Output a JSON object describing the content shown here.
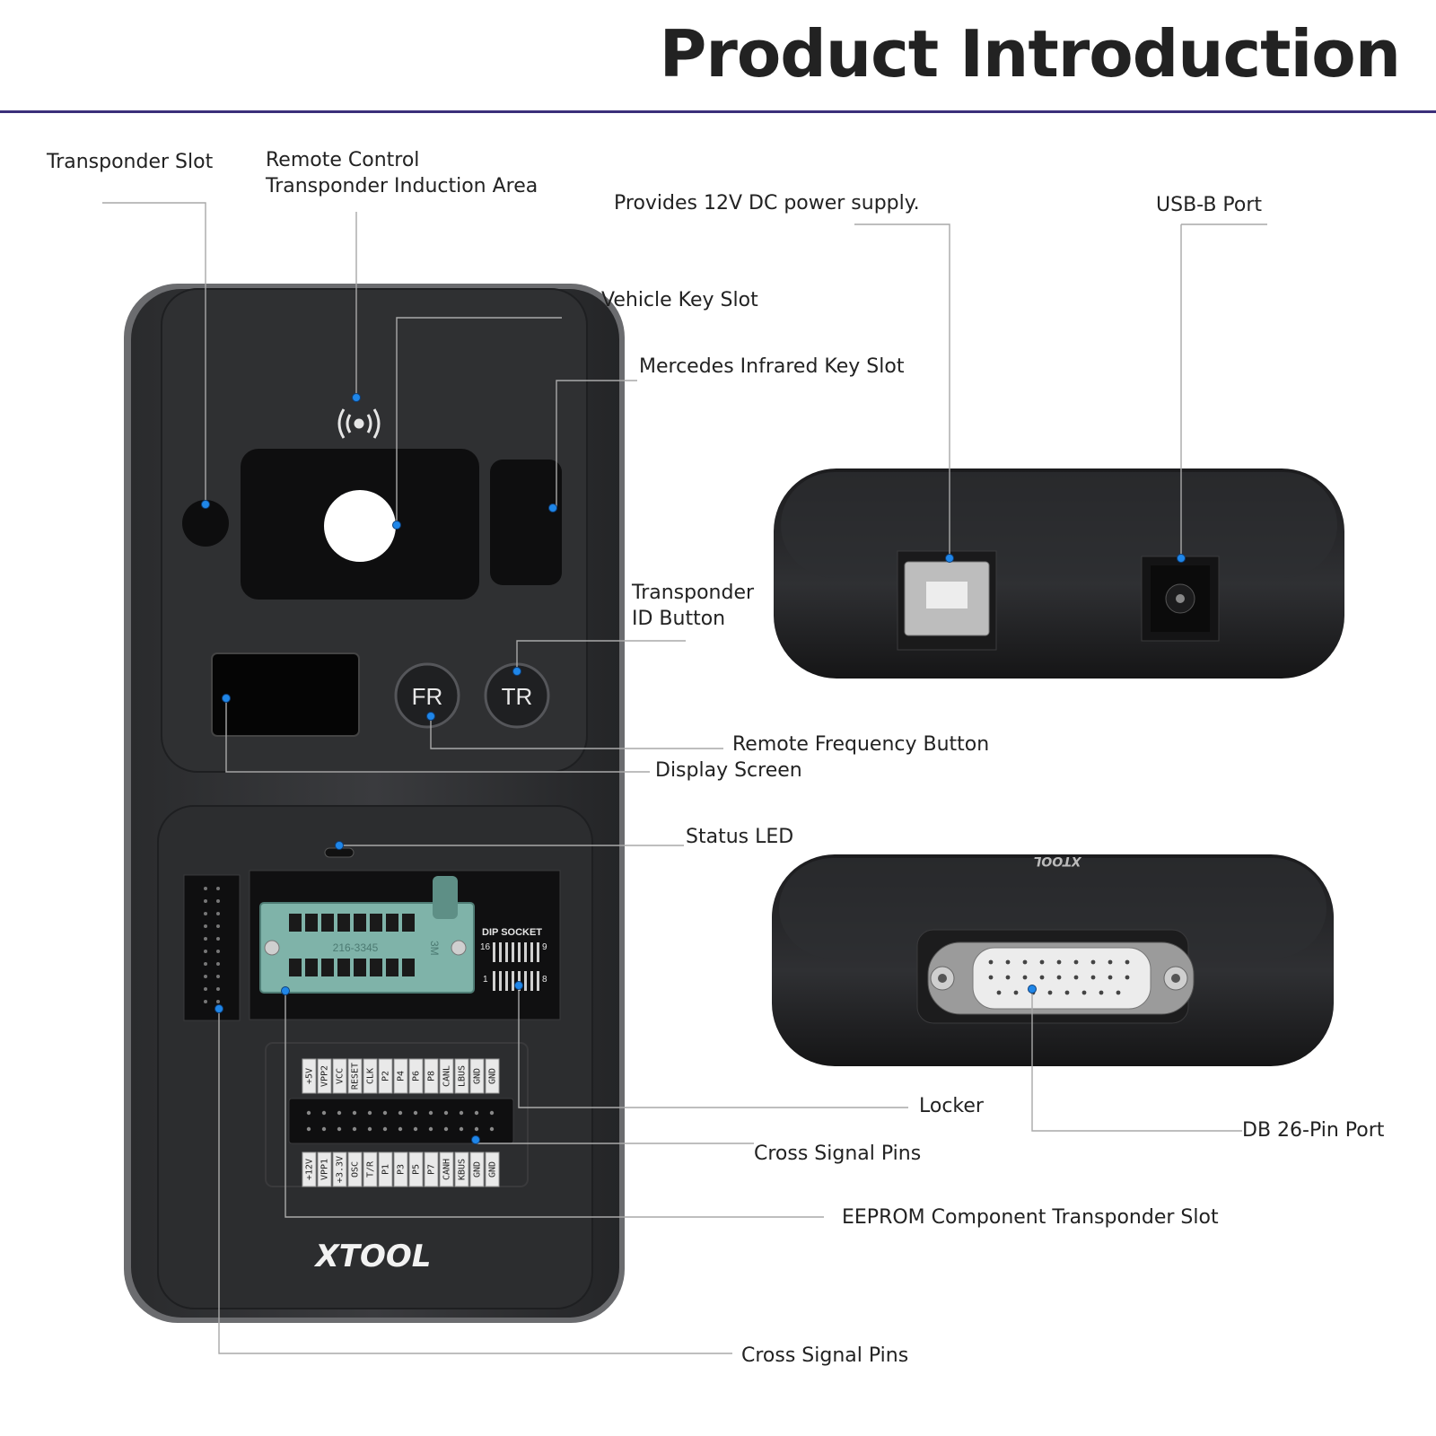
{
  "page": {
    "title": "Product Introduction",
    "accent_color": "#3b2f7a",
    "marker_color": "#1f86e8"
  },
  "device": {
    "brand": "XTOOL",
    "buttons": {
      "fr": "FR",
      "tr": "TR"
    },
    "socket_label": "DIP SOCKET",
    "socket_pin_16": "16",
    "socket_pin_9": "9",
    "socket_pin_1": "1",
    "socket_pin_8": "8",
    "chip_text": "216-3345",
    "chip_mark": "3M",
    "pins_top": [
      "+5V",
      "VPP2",
      "VCC",
      "RESET",
      "CLK",
      "P2",
      "P4",
      "P6",
      "P8",
      "CANL",
      "LBUS",
      "GND",
      "GND"
    ],
    "pins_bottom": [
      "+12V",
      "VPP1",
      "+3.3V",
      "OSC",
      "T/R",
      "P1",
      "P3",
      "P5",
      "P7",
      "CANH",
      "KBUS",
      "GND",
      "GND"
    ]
  },
  "labels": {
    "transponder_slot": "Transponder Slot",
    "remote_area_1": "Remote Control",
    "remote_area_2": "Transponder Induction Area",
    "dc_power": "Provides 12V DC power supply.",
    "usb_b": "USB-B Port",
    "vehicle_key": "Vehicle Key Slot",
    "mercedes_ir": "Mercedes Infrared Key Slot",
    "transponder_id_1": "Transponder",
    "transponder_id_2": "ID Button",
    "remote_freq": "Remote Frequency Button",
    "display_screen": "Display Screen",
    "status_led": "Status LED",
    "locker": "Locker",
    "db26": "DB 26-Pin Port",
    "cross_pins_1": "Cross Signal Pins",
    "eeprom": "EEPROM Component Transponder Slot",
    "cross_pins_2": "Cross Signal Pins"
  }
}
